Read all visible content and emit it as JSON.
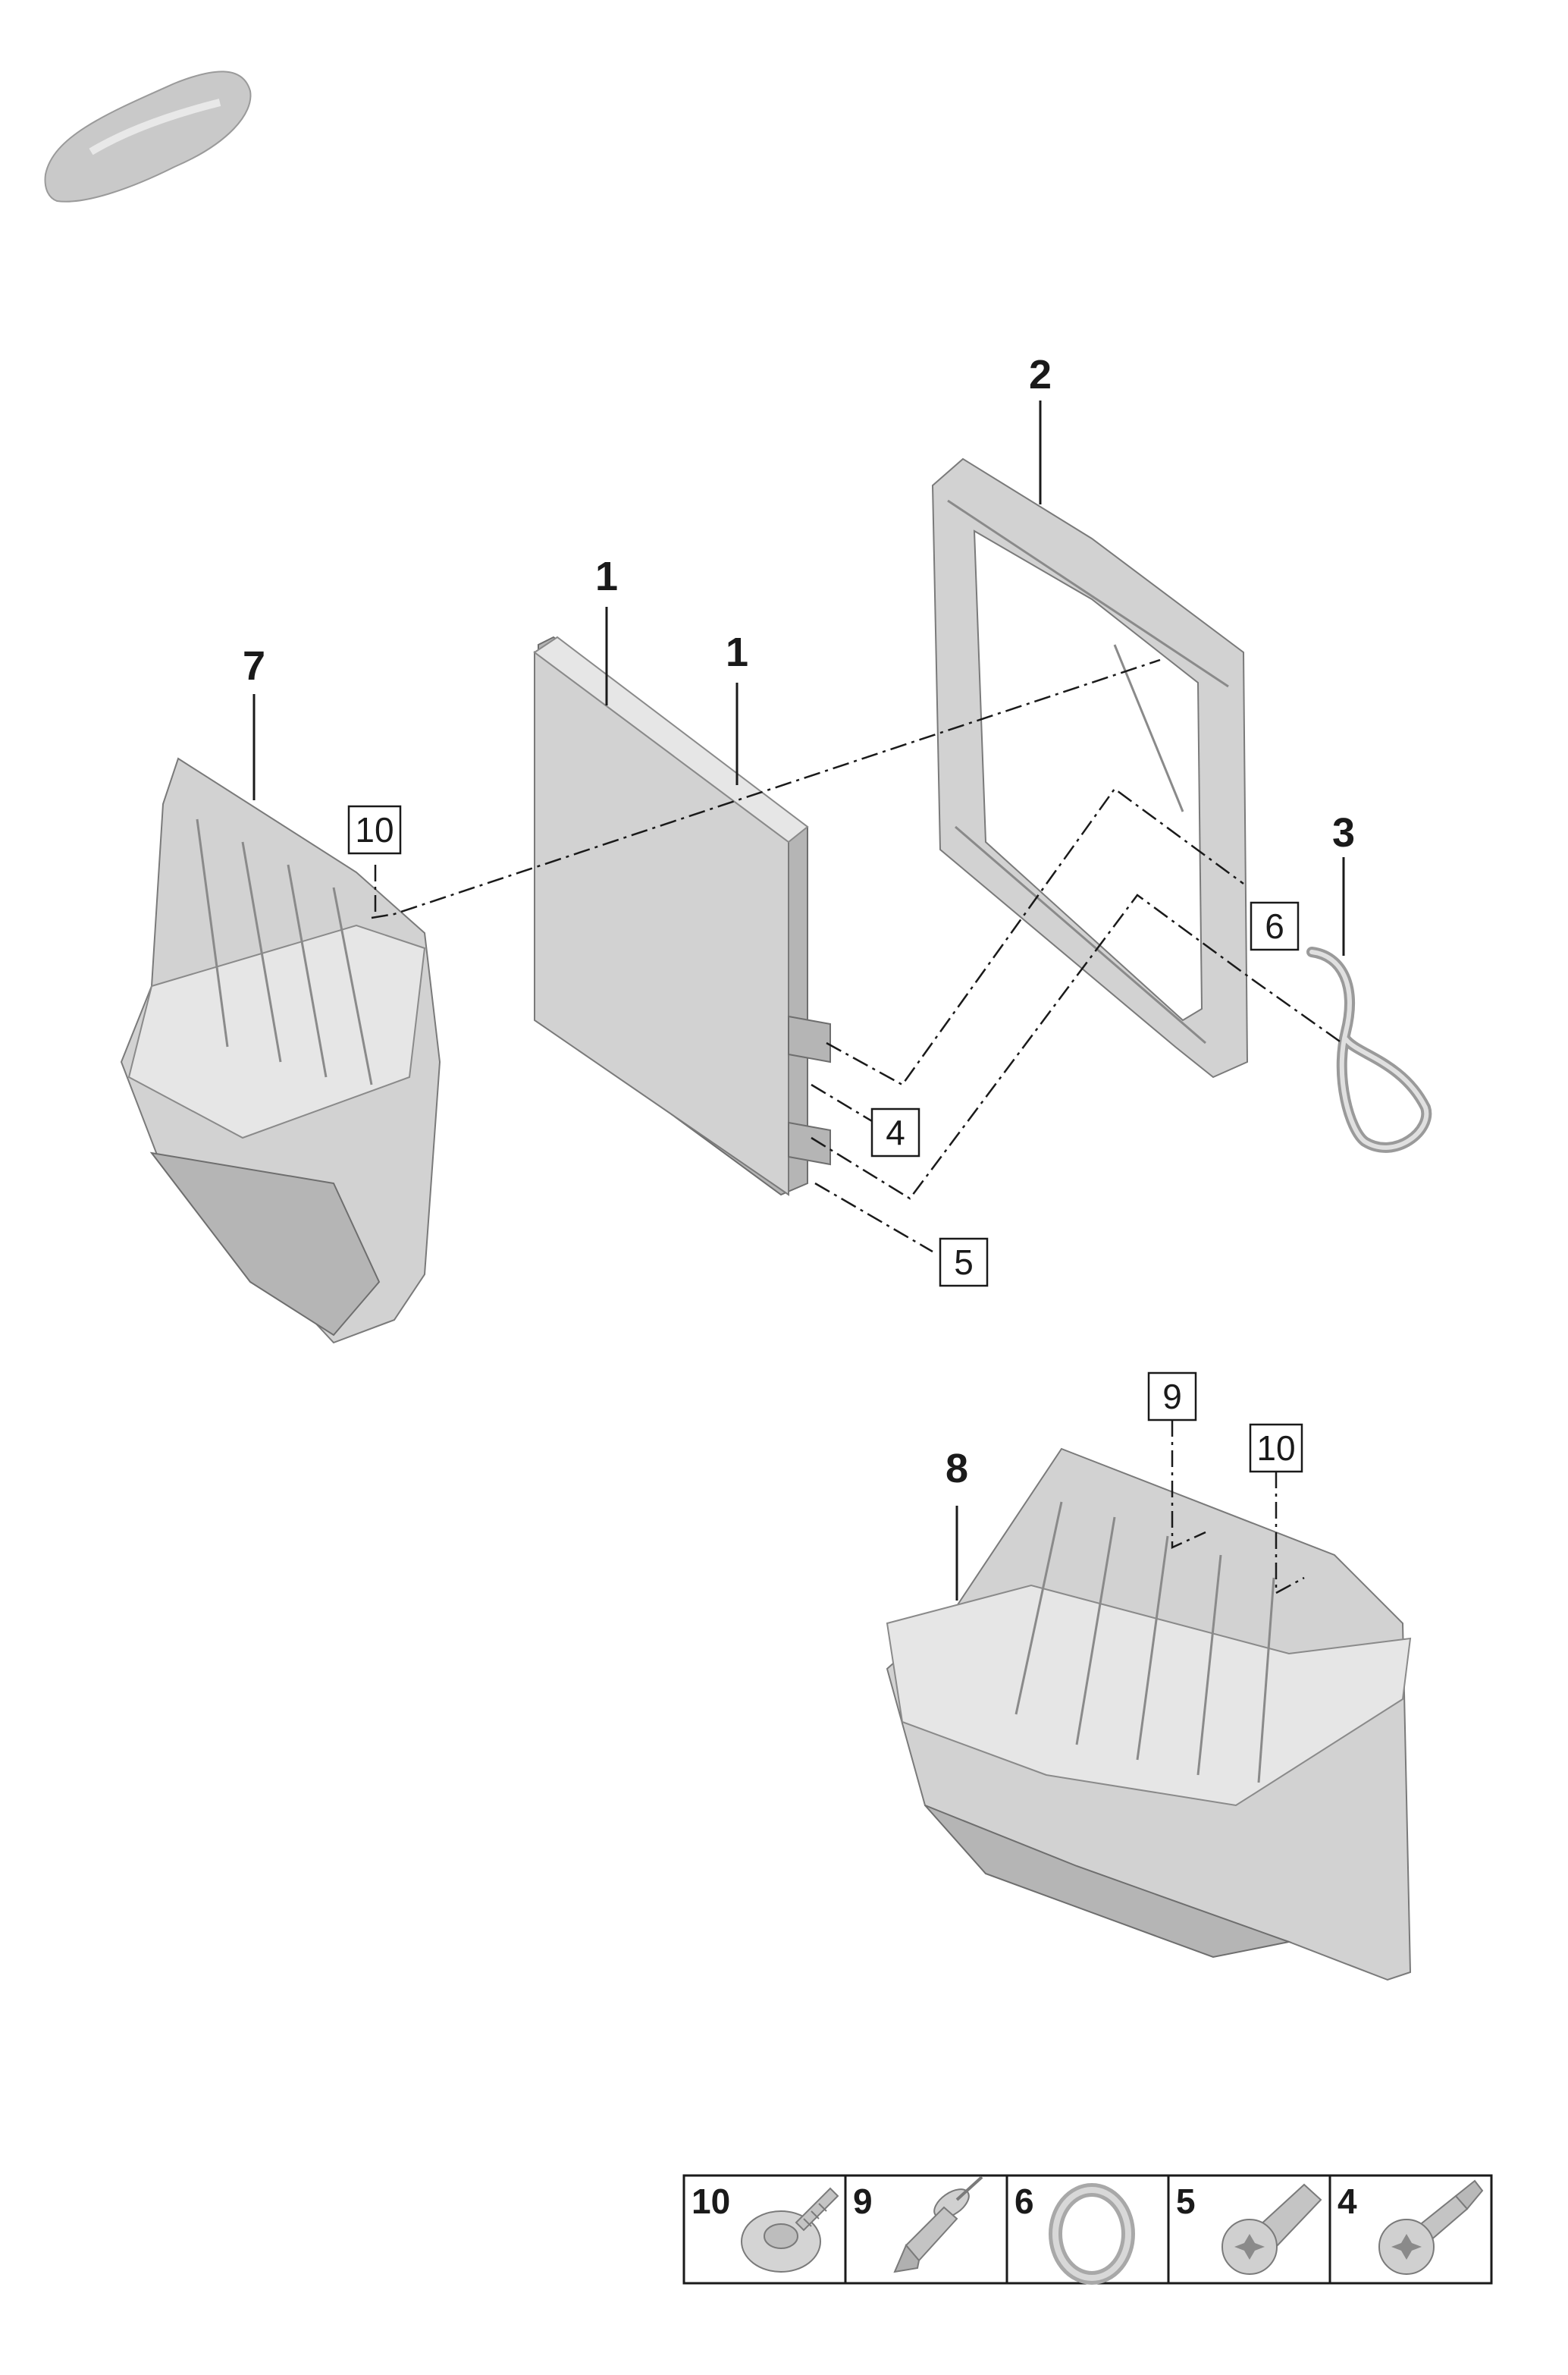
{
  "callouts": [
    "1",
    "1",
    "2",
    "3",
    "7",
    "8"
  ],
  "fastener_refs": [
    "10",
    "6",
    "4",
    "5",
    "9",
    "10"
  ],
  "legend": [
    {
      "number": "10",
      "icon": "self-tapping-screw-icon"
    },
    {
      "number": "9",
      "icon": "expanding-rivet-icon"
    },
    {
      "number": "6",
      "icon": "o-ring-icon"
    },
    {
      "number": "5",
      "icon": "torx-bolt-icon"
    },
    {
      "number": "4",
      "icon": "torx-stud-bolt-icon"
    }
  ]
}
